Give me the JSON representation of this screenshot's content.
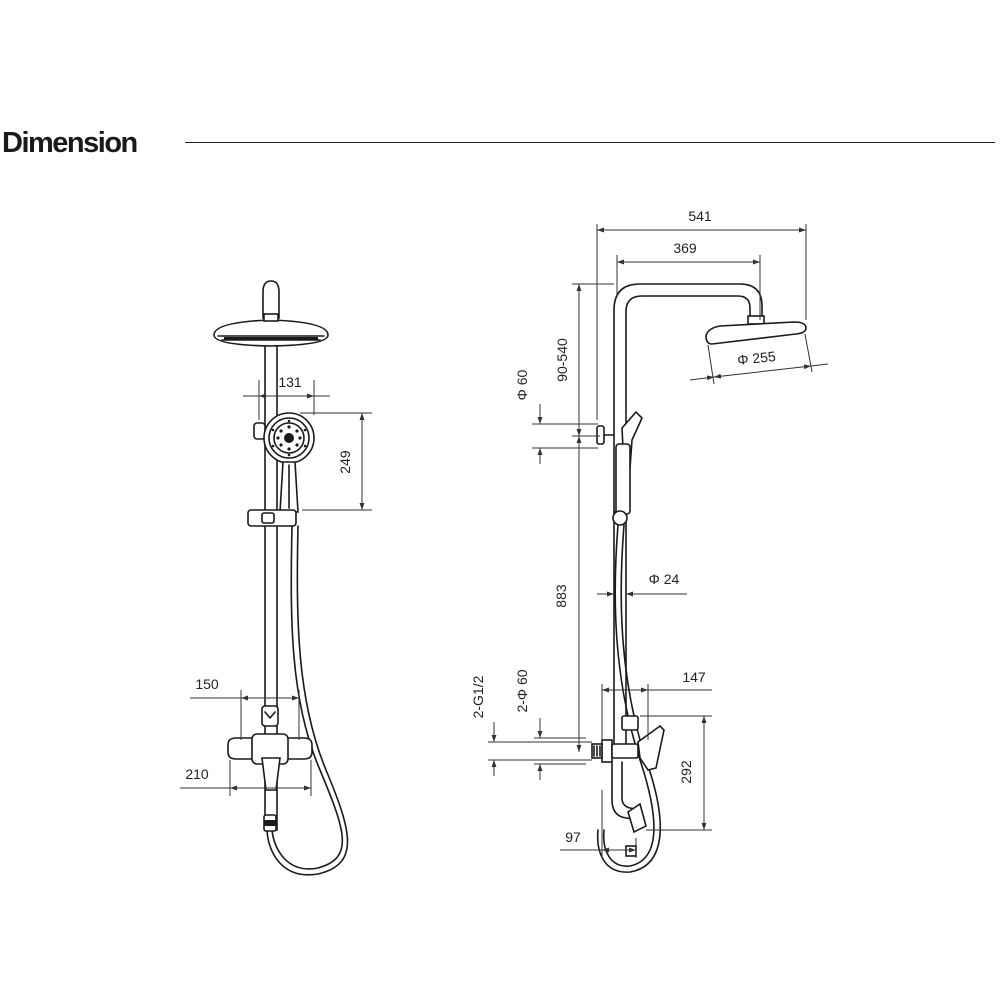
{
  "heading": "Dimension",
  "front_view": {
    "dimensions": {
      "handset_width": "131",
      "handset_height": "249",
      "mixer_inlet_spacing": "150",
      "mixer_body_width": "210"
    }
  },
  "side_view": {
    "dimensions": {
      "overall_projection": "541",
      "arm_projection": "369",
      "head_diameter": "Φ 255",
      "height_adjustment": "90-540",
      "flange_diameter_top": "Φ 60",
      "riser_height": "883",
      "pipe_diameter": "Φ 24",
      "mixer_projection": "147",
      "inlet_thread": "2-G1/2",
      "flange_diameter_bottom": "2-Φ 60",
      "mixer_height": "292",
      "spout_reach": "97"
    }
  }
}
